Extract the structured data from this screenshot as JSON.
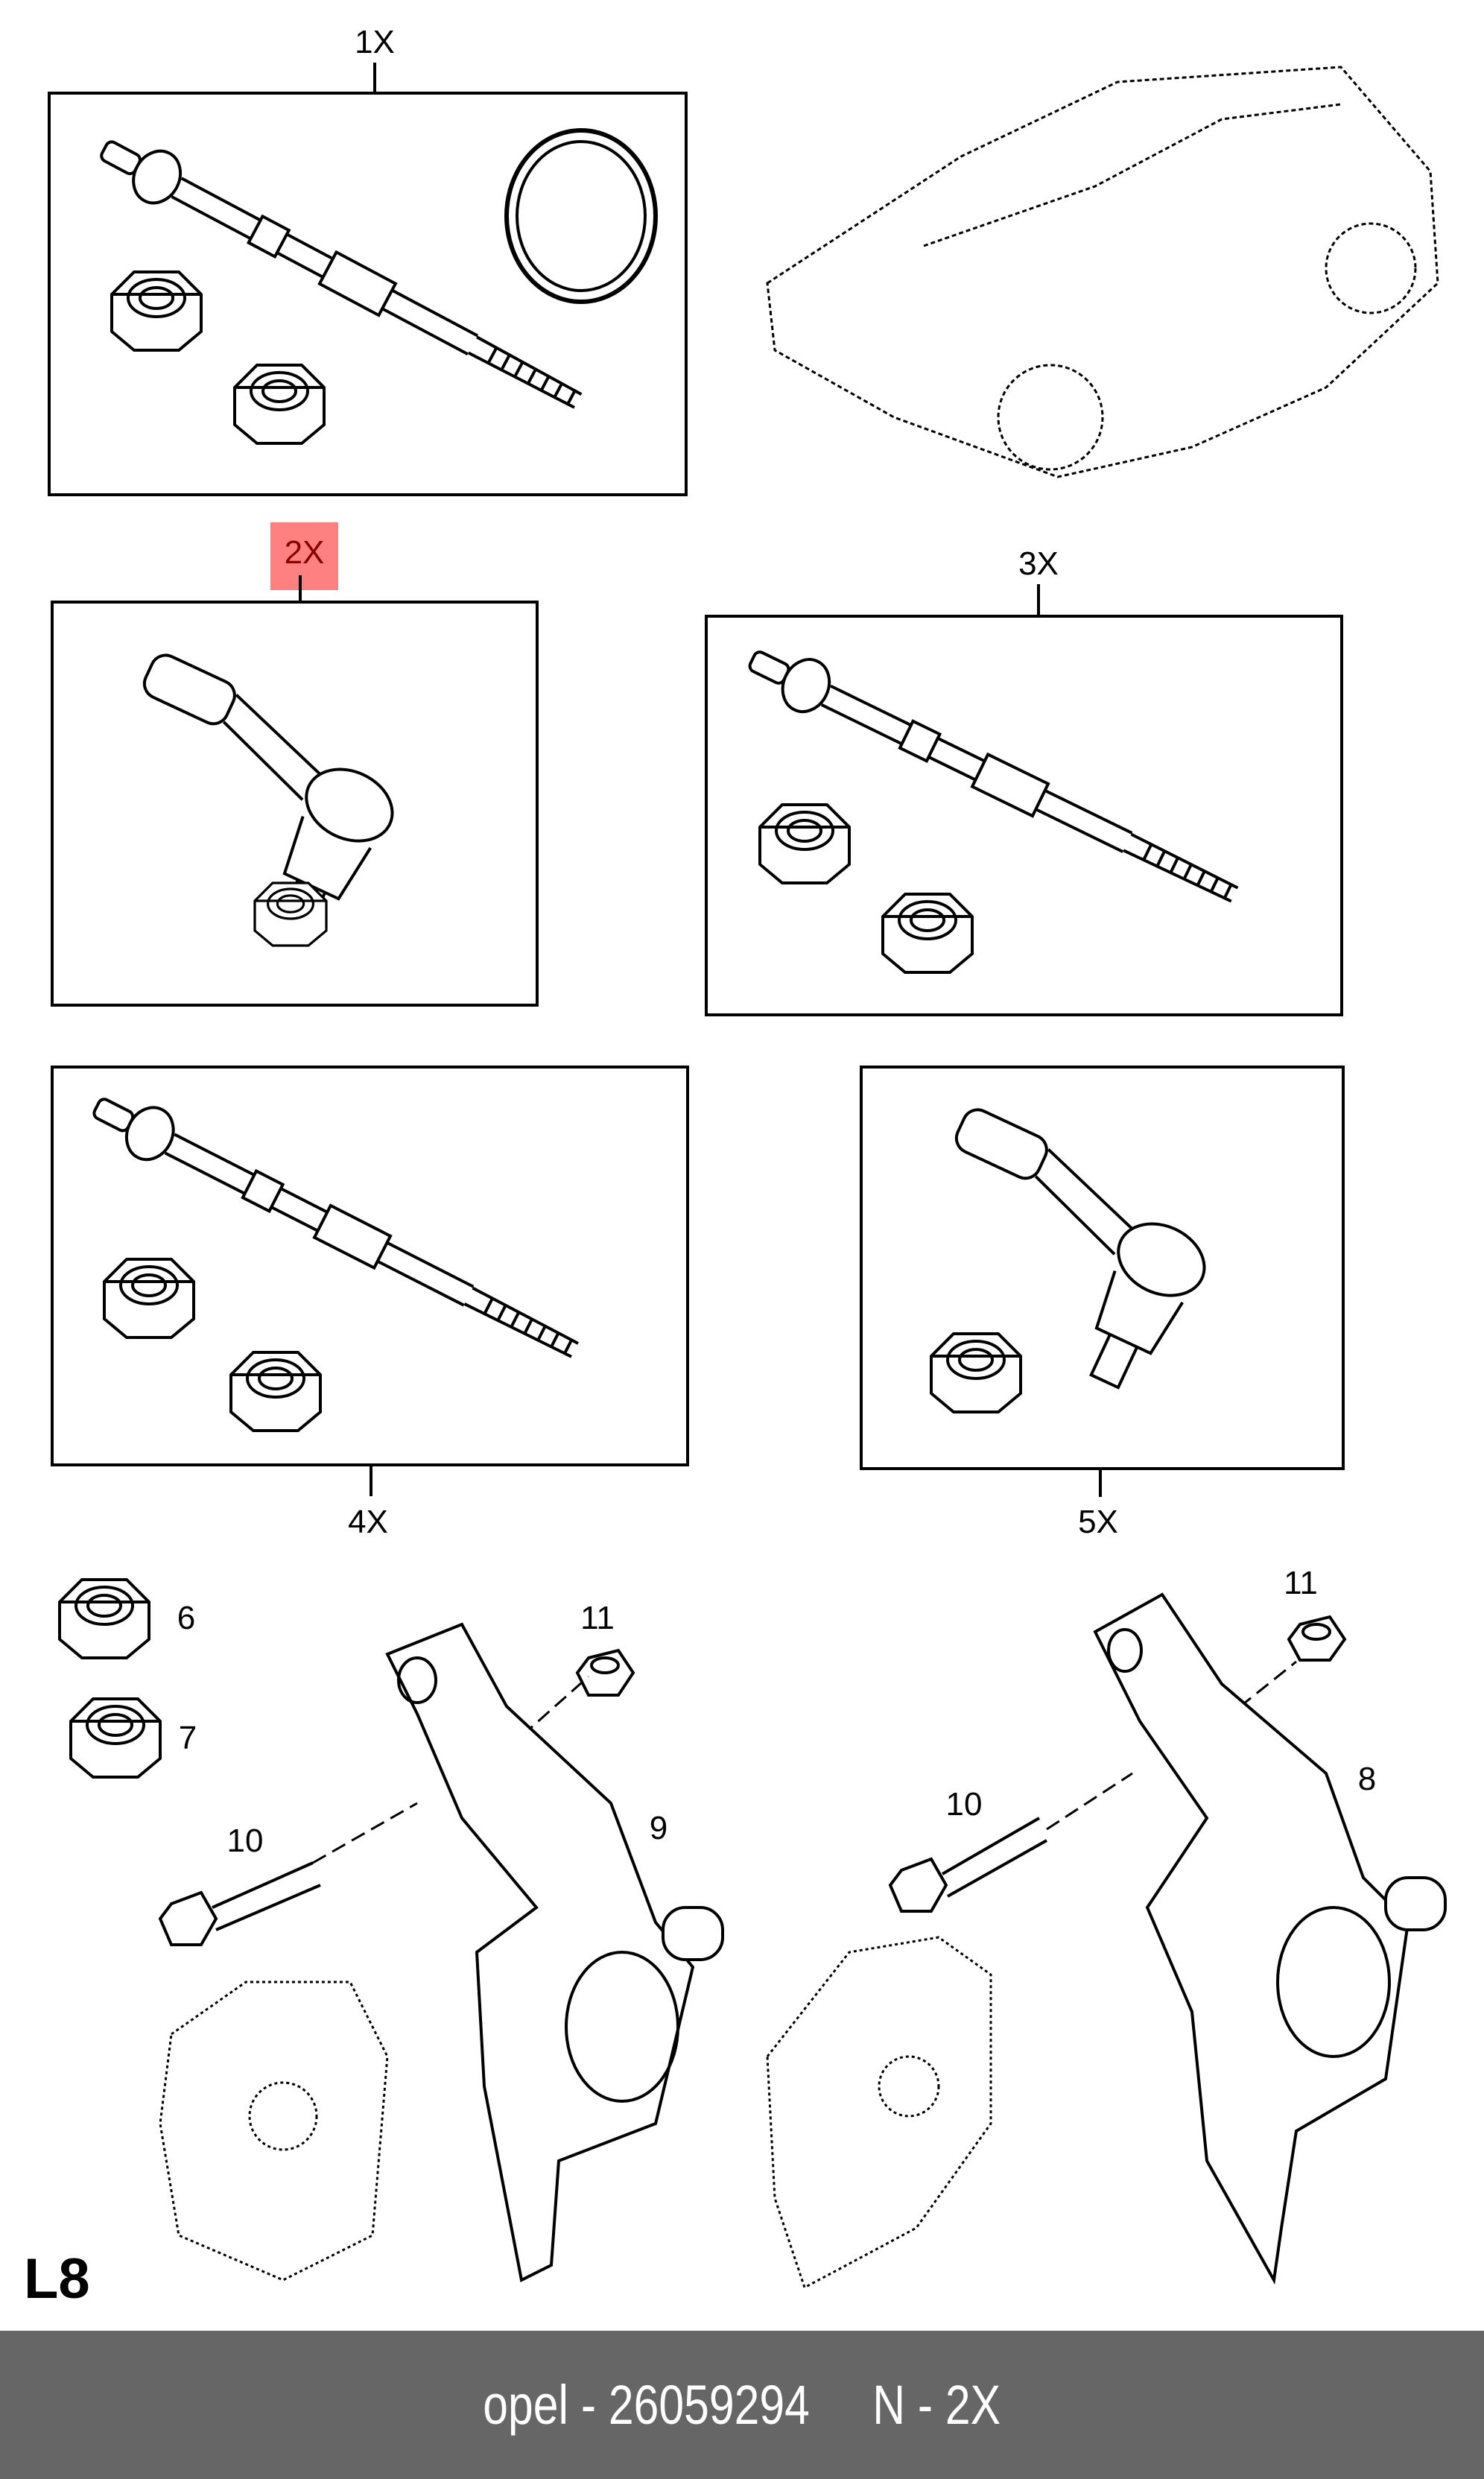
{
  "diagram": {
    "kits": [
      {
        "label": "1X"
      },
      {
        "label": "2X",
        "highlighted": true
      },
      {
        "label": "3X"
      },
      {
        "label": "4X"
      },
      {
        "label": "5X"
      }
    ],
    "callouts": [
      "6",
      "7",
      "11",
      "10",
      "9",
      "11",
      "10",
      "8"
    ],
    "page_code": "L8",
    "highlight_color": "#ff8080"
  },
  "footer": {
    "text": "opel - 26059294     N - 2X",
    "background": "#666666"
  }
}
